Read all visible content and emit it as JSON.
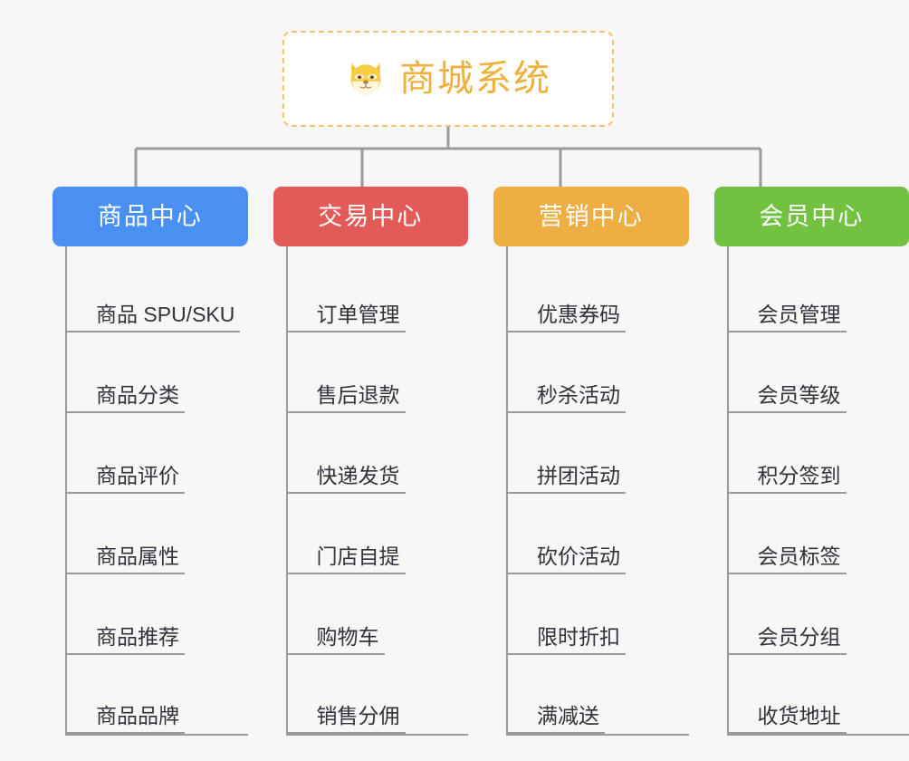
{
  "root": {
    "title": "商城系统",
    "icon": "shiba-dog-face-emoji",
    "border_color": "#f3c46a",
    "text_color": "#f0b03c",
    "background": "#ffffff"
  },
  "canvas": {
    "background": "#f7f7f7",
    "connector_color": "#9a9a9a"
  },
  "columns": [
    {
      "label": "商品中心",
      "color": "#4a90f0",
      "items": [
        "商品 SPU/SKU",
        "商品分类",
        "商品评价",
        "商品属性",
        "商品推荐",
        "商品品牌"
      ]
    },
    {
      "label": "交易中心",
      "color": "#e35b58",
      "items": [
        "订单管理",
        "售后退款",
        "快递发货",
        "门店自提",
        "购物车",
        "销售分佣"
      ]
    },
    {
      "label": "营销中心",
      "color": "#eeae44",
      "items": [
        "优惠券码",
        "秒杀活动",
        "拼团活动",
        "砍价活动",
        "限时折扣",
        "满减送"
      ]
    },
    {
      "label": "会员中心",
      "color": "#72c140",
      "items": [
        "会员管理",
        "会员等级",
        "积分签到",
        "会员标签",
        "会员分组",
        "收货地址"
      ]
    }
  ]
}
